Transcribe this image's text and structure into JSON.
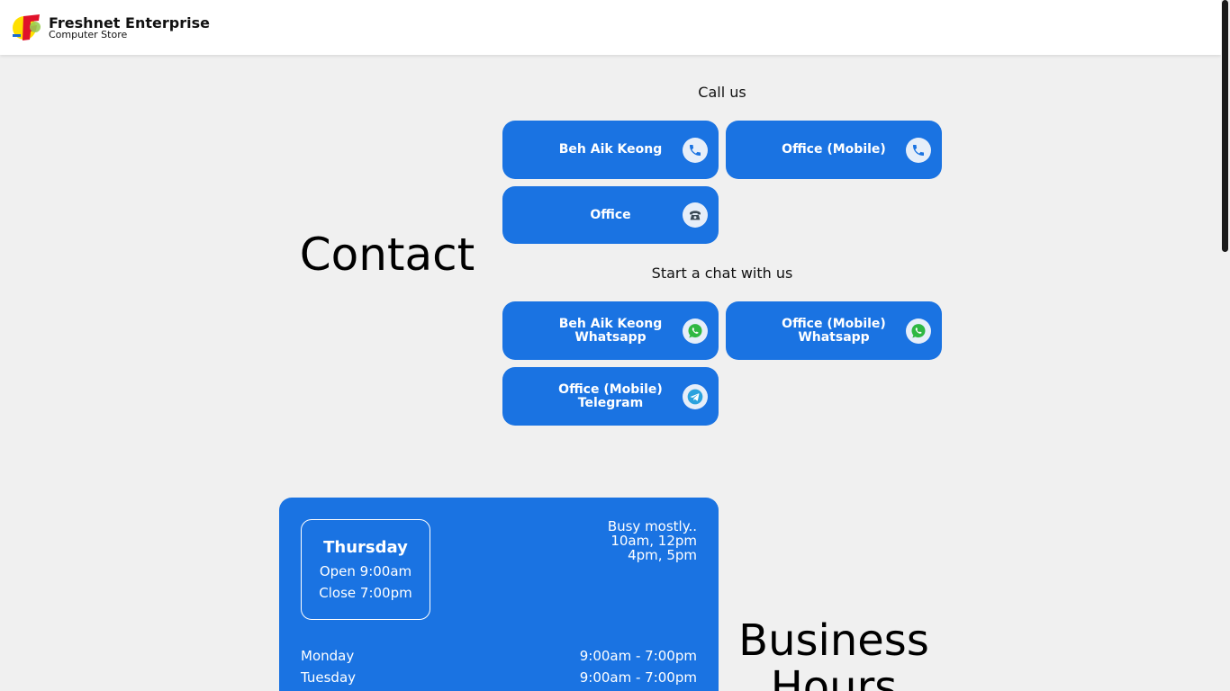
{
  "header": {
    "brand_name": "Freshnet Enterprise",
    "brand_sub": "Computer Store"
  },
  "contact": {
    "title": "Contact",
    "call_label": "Call us",
    "chat_label": "Start a chat with us",
    "call_buttons": [
      {
        "lines": [
          "Beh Aik Keong"
        ],
        "icon": "phone-icon"
      },
      {
        "lines": [
          "Office (Mobile)"
        ],
        "icon": "phone-icon"
      },
      {
        "lines": [
          "Office"
        ],
        "icon": "telephone-icon"
      }
    ],
    "chat_buttons": [
      {
        "lines": [
          "Beh Aik Keong",
          "Whatsapp"
        ],
        "icon": "whatsapp-icon"
      },
      {
        "lines": [
          "Office (Mobile)",
          "Whatsapp"
        ],
        "icon": "whatsapp-icon"
      },
      {
        "lines": [
          "Office (Mobile)",
          "Telegram"
        ],
        "icon": "telegram-icon"
      }
    ]
  },
  "hours": {
    "title_line1": "Business",
    "title_line2": "Hours",
    "today": {
      "day": "Thursday",
      "open": "Open 9:00am",
      "close": "Close 7:00pm"
    },
    "busy": [
      "Busy mostly..",
      "10am, 12pm",
      "4pm, 5pm"
    ],
    "schedule": [
      {
        "day": "Monday",
        "time": "9:00am - 7:00pm"
      },
      {
        "day": "Tuesday",
        "time": "9:00am - 7:00pm"
      }
    ]
  },
  "colors": {
    "accent": "#1a73e2",
    "background": "#f0f0f0",
    "whatsapp": "#2fb843",
    "telegram": "#2aa2de"
  }
}
